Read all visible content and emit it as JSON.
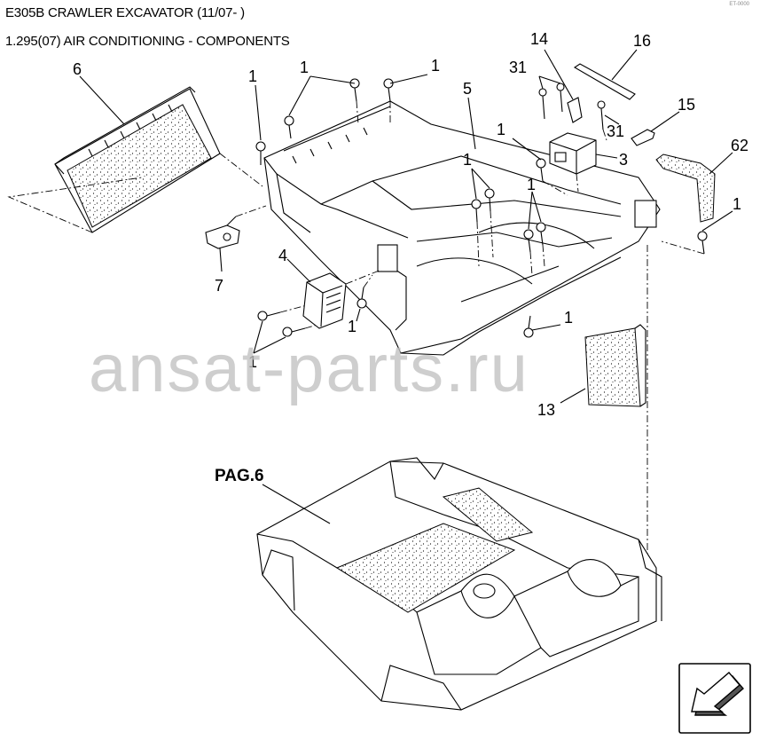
{
  "header": {
    "title": "E305B CRAWLER EXCAVATOR (11/07- )",
    "subtitle": "1.295(07) AIR CONDITIONING - COMPONENTS"
  },
  "stamp": "ET-0000",
  "watermark": "ansat-parts.ru",
  "callouts": {
    "c6": "6",
    "c1a": "1",
    "c1b": "1",
    "c1c": "1",
    "c5": "5",
    "c14": "14",
    "c16": "16",
    "c31a": "31",
    "c31b": "31",
    "c15": "15",
    "c1d": "1",
    "c1e": "1",
    "c3": "3",
    "c62": "62",
    "c1f": "1",
    "c7": "7",
    "c4": "4",
    "c1g": "1",
    "c1h": "1",
    "c1i": "1",
    "c13": "13",
    "pag6": "PAG.6"
  },
  "nav": {
    "icon": "arrow-down-left-icon"
  }
}
